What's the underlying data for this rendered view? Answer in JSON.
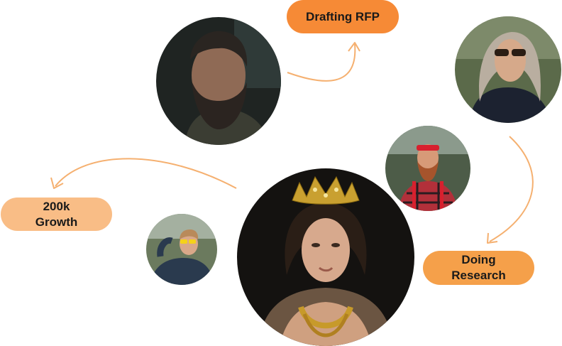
{
  "colors": {
    "accent_orange": "#f5a04a",
    "pill_orange_dark": "#f68a36",
    "pill_peach": "#f9bd86",
    "arrow": "#f5b070"
  },
  "labels": {
    "drafting": "Drafting RFP",
    "growth": "200k\nGrowth",
    "research": "Doing\nResearch"
  },
  "avatars": [
    {
      "icon": "bearded-man-photo"
    },
    {
      "icon": "woman-sunglasses-photo"
    },
    {
      "icon": "lumberjack-man-photo"
    },
    {
      "icon": "man-yellow-glasses-photo"
    },
    {
      "icon": "crowned-woman-photo"
    }
  ]
}
